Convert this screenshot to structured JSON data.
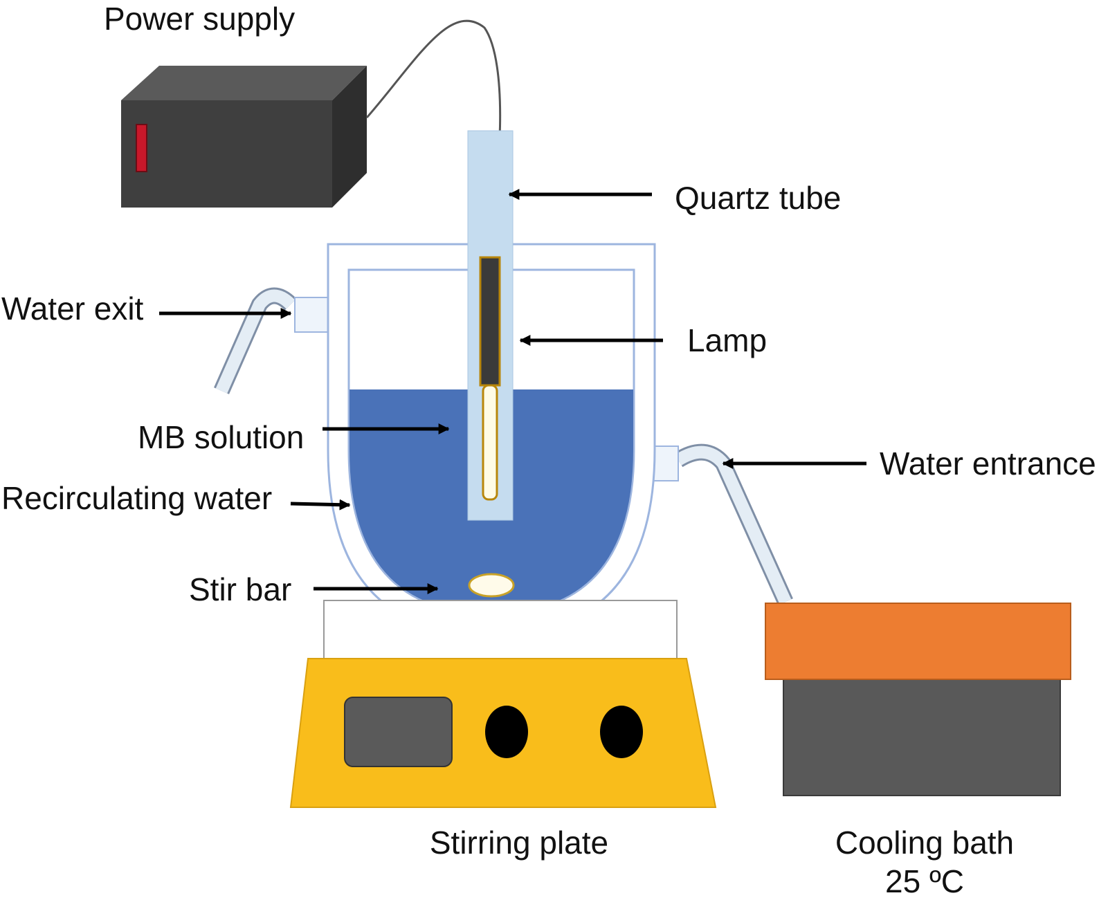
{
  "labels": {
    "power_supply": "Power supply",
    "quartz_tube": "Quartz tube",
    "water_exit": "Water exit",
    "lamp": "Lamp",
    "mb_solution": "MB solution",
    "water_entrance": "Water entrance",
    "recirculating_water": "Recirculating water",
    "stir_bar": "Stir bar",
    "stirring_plate": "Stirring plate",
    "cooling_bath": "Cooling bath",
    "cooling_bath_temp": "25 ºC"
  },
  "colors": {
    "power_supply_body": "#3f3f3f",
    "power_supply_indicator": "#c8182a",
    "quartz_tube": "#c5dcef",
    "jacket_outline": "#9db5df",
    "mb_solution": "#4a72b8",
    "lamp_body": "#3a3a3a",
    "lamp_outline": "#b8860b",
    "stirring_plate": "#f9bd1b",
    "stirring_plate_display": "#5a5a5a",
    "cooling_bath_lid": "#ed7d31",
    "cooling_bath_body": "#595959",
    "arrow": "#000000"
  }
}
